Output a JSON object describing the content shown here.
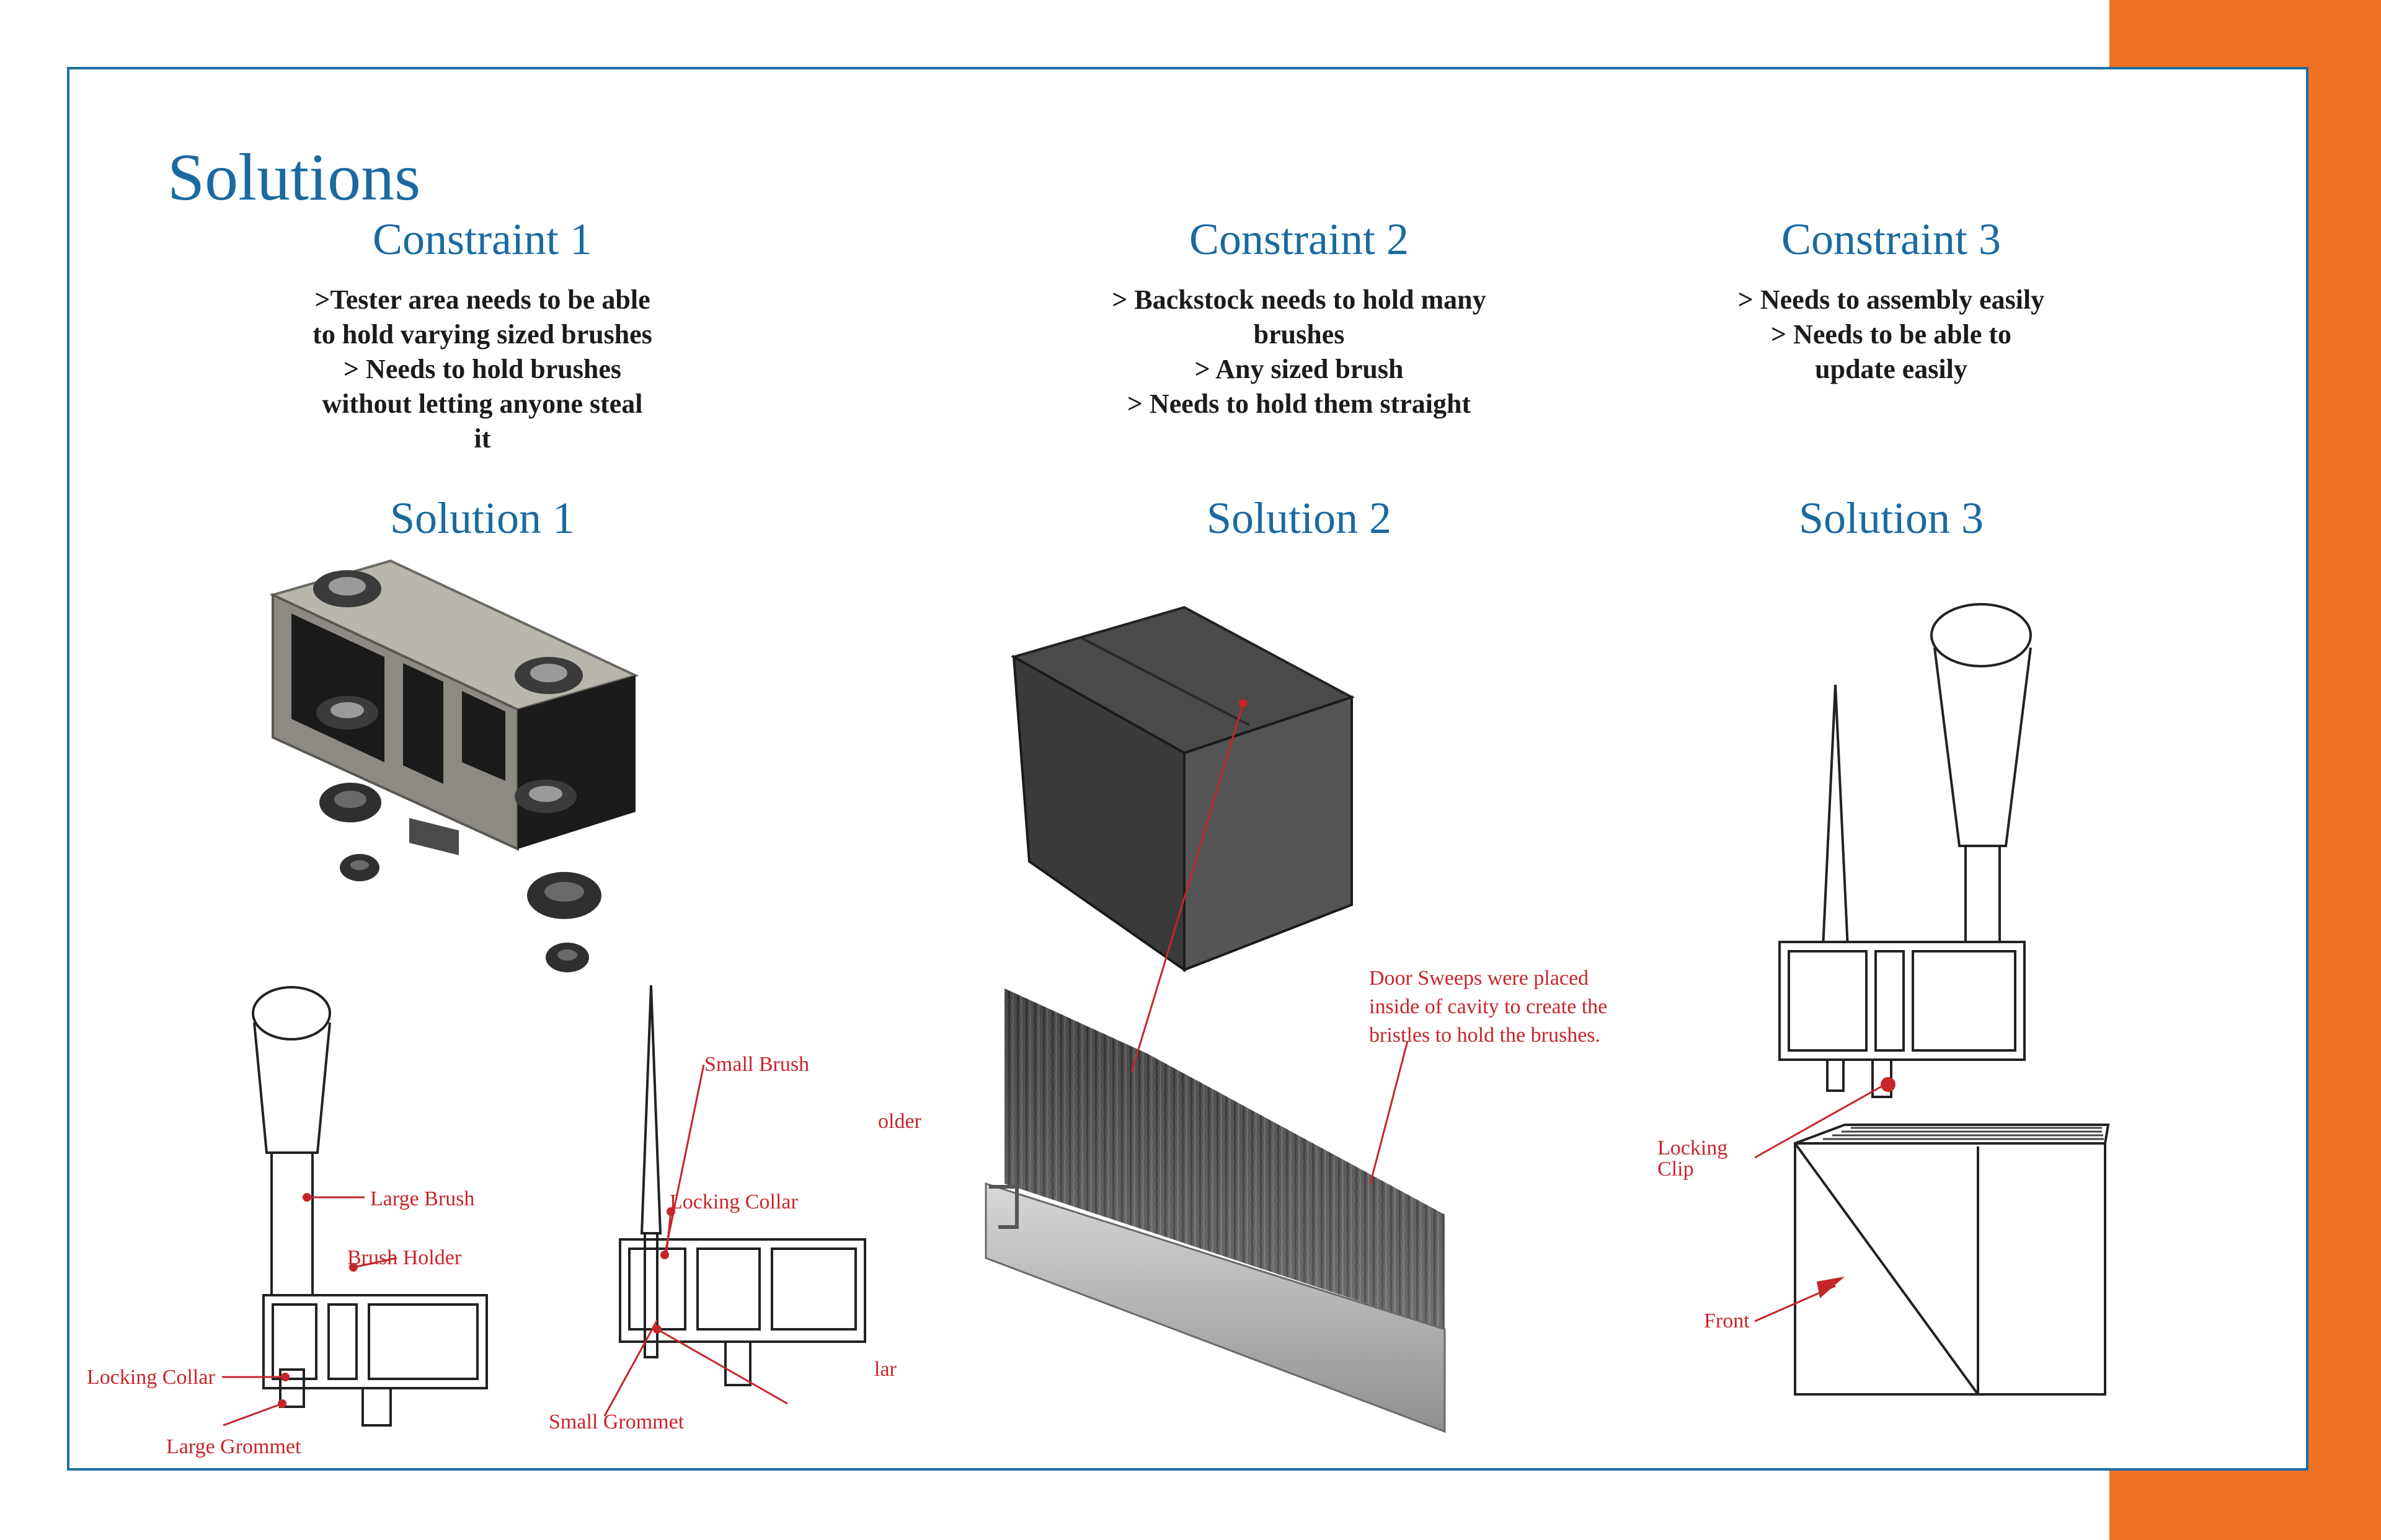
{
  "title": "Solutions",
  "constraints": [
    {
      "heading": "Constraint 1",
      "lines": [
        ">Tester area needs to be able",
        "to hold varying sized brushes",
        "> Needs to hold brushes",
        "without letting anyone steal",
        "it"
      ]
    },
    {
      "heading": "Constraint 2",
      "lines": [
        "> Backstock needs to hold many",
        "brushes",
        "> Any sized brush",
        "> Needs to hold them straight"
      ]
    },
    {
      "heading": "Constraint 3",
      "lines": [
        "> Needs to assembly easily",
        "> Needs to be able to",
        "update easily"
      ]
    }
  ],
  "solutions": [
    {
      "heading": "Solution 1"
    },
    {
      "heading": "Solution 2"
    },
    {
      "heading": "Solution 3"
    }
  ],
  "labels": {
    "large_brush": "Large Brush",
    "brush_holder": "Brush Holder",
    "locking_collar_1": "Locking Collar",
    "large_grommet": "Large Grommet",
    "small_brush": "Small Brush",
    "locking_collar_2": "Locking Collar",
    "small_grommet": "Small Grommet",
    "older_fragment": "older",
    "lar_fragment": "lar",
    "door_sweeps_note": [
      "Door Sweeps were placed",
      "inside of cavity to create the",
      "bristles to hold the brushes."
    ],
    "locking_clip": [
      "Locking",
      "Clip"
    ],
    "front": "Front"
  },
  "colors": {
    "accent_orange": "#ee7124",
    "heading_blue": "#1a6aa0",
    "annotation_red": "#c6252b"
  }
}
